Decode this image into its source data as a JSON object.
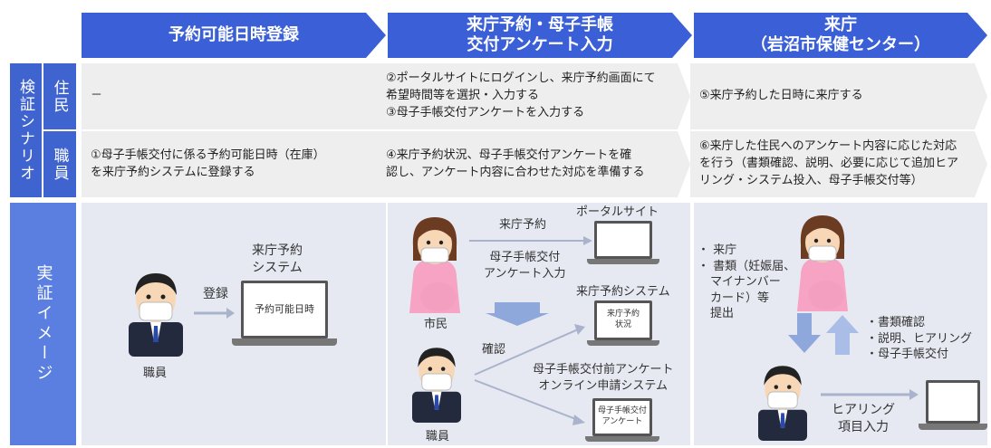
{
  "header": {
    "col1": "予約可能日時登録",
    "col2_line1": "来庁予約・母子手帳",
    "col2_line2": "交付アンケート入力",
    "col3_line1": "来庁",
    "col3_line2": "（岩沼市保健センター）"
  },
  "left": {
    "scenario": "検証シナリオ",
    "resident": "住民",
    "staff": "職員",
    "image": "実証イメージ"
  },
  "rows": {
    "resident_col1": "－",
    "resident_col2_l1": "②ポータルサイトにログインし、来庁予約画面にて",
    "resident_col2_l2": "希望時間等を選択・入力する",
    "resident_col2_l3": "③母子手帳交付アンケートを入力する",
    "resident_col3": "⑤来庁予約した日時に来庁する",
    "staff_col1_l1": "①母子手帳交付に係る予約可能日時（在庫）",
    "staff_col1_l2": "を来庁予約システムに登録する",
    "staff_col2_l1": "④来庁予約状況、母子手帳交付アンケートを確",
    "staff_col2_l2": "認し、アンケート内容に合わせた対応を準備する",
    "staff_col3_l1": "⑥来庁した住民へのアンケート内容に応じた対応",
    "staff_col3_l2": "を行う（書類確認、説明、必要に応じて追加ヒア",
    "staff_col3_l3": "リング・システム投入、母子手帳交付等）"
  },
  "panel1": {
    "system_l1": "来庁予約",
    "system_l2": "システム",
    "register": "登録",
    "screen": "予約可能日時",
    "staff": "職員"
  },
  "panel2": {
    "reserve": "来庁予約",
    "portal": "ポータルサイト",
    "survey_l1": "母子手帳交付",
    "survey_l2": "アンケート入力",
    "reserve_system": "来庁予約システム",
    "screen_reserve_l1": "来庁予約",
    "screen_reserve_l2": "状況",
    "citizen": "市民",
    "confirm": "確認",
    "survey_system_l1": "母子手帳交付前アンケート",
    "survey_system_l2": "オンライン申請システム",
    "screen_survey_l1": "母子手帳交付",
    "screen_survey_l2": "アンケート",
    "staff": "職員"
  },
  "panel3": {
    "bullet1": "・ 来庁",
    "bullet2_l1": "・ 書類（妊娠届、",
    "bullet2_l2": "マイナンバー",
    "bullet2_l3": "カード）等",
    "bullet2_l4": "提出",
    "check1": "・書類確認",
    "check2": "・説明、ヒアリング",
    "check3": "・母子手帳交付",
    "hearing_l1": "ヒアリング",
    "hearing_l2": "項目入力"
  }
}
